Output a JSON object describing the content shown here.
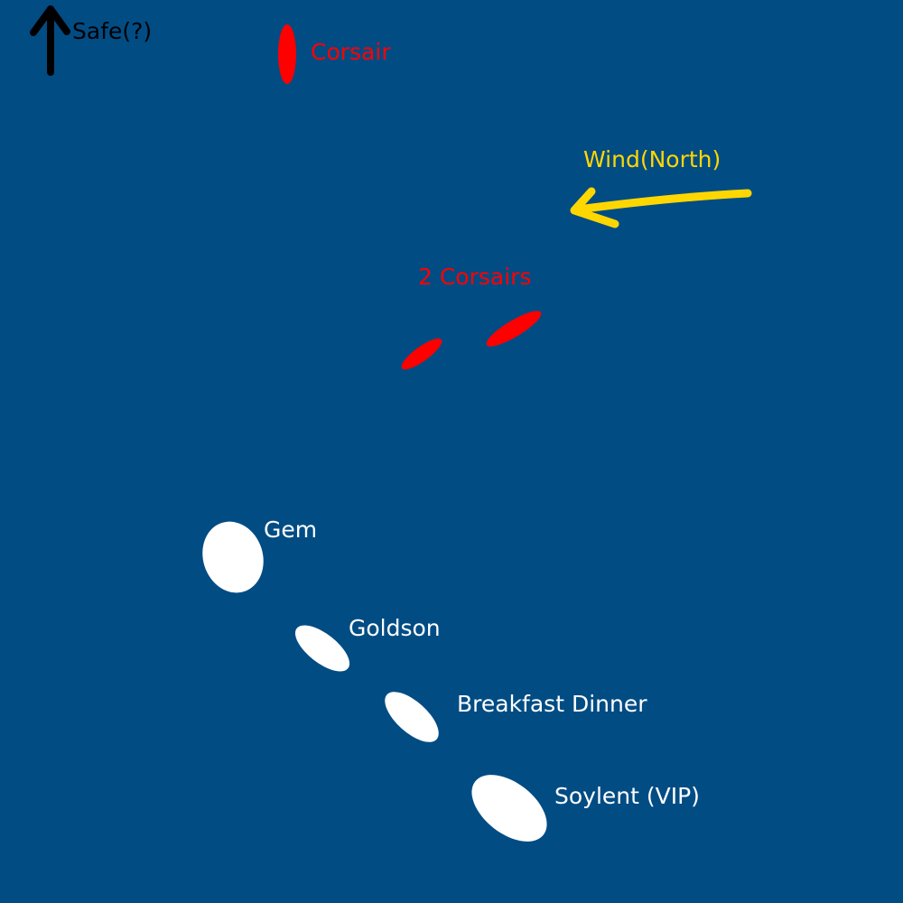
{
  "colors": {
    "sea": "#024c84",
    "enemy": "#ff0000",
    "wind": "#ffd700",
    "ally": "#ffffff",
    "safe_arrow": "#000000"
  },
  "safe": {
    "label": "Safe(?)",
    "icon": "arrow-up-icon"
  },
  "wind": {
    "label": "Wind(North)",
    "icon": "arrow-left-icon"
  },
  "enemies": {
    "single_label": "Corsair",
    "pair_label": "2 Corsairs"
  },
  "allies": [
    {
      "name": "Gem"
    },
    {
      "name": "Goldson"
    },
    {
      "name": "Breakfast Dinner"
    },
    {
      "name": "Soylent (VIP)"
    }
  ]
}
